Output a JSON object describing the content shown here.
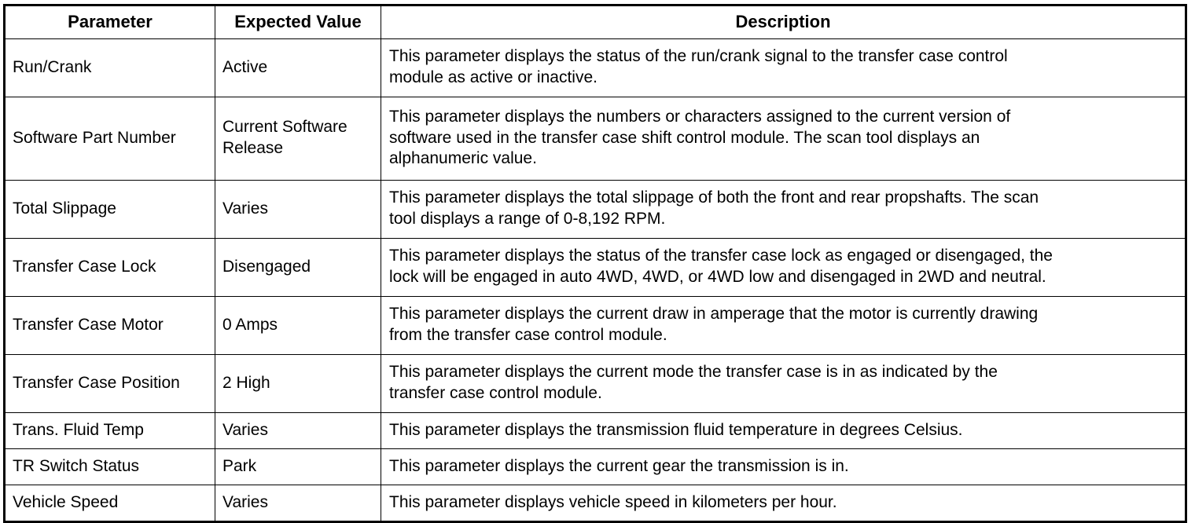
{
  "table": {
    "columns": [
      "Parameter",
      "Expected Value",
      "Description"
    ],
    "rows": [
      {
        "parameter": "Run/Crank",
        "value": "Active",
        "description": "This parameter displays the status of the run/crank signal to the transfer case control module as active or inactive.",
        "description_lines": [
          "This parameter displays the status of the run/crank signal to the transfer case control",
          "module as active or inactive."
        ],
        "value_lines": [
          "Active"
        ]
      },
      {
        "parameter": "Software Part Number",
        "value": "Current Software Release",
        "description": "This parameter displays the numbers or characters assigned to the current version of software used in the transfer case shift control module. The scan tool displays an alphanumeric value.",
        "description_lines": [
          "This parameter displays the numbers or characters assigned to the current version of",
          "software used in the transfer case shift control module. The scan tool displays an",
          "alphanumeric value."
        ],
        "value_lines": [
          "Current Software",
          "Release"
        ]
      },
      {
        "parameter": "Total Slippage",
        "value": "Varies",
        "description": "This parameter displays the total slippage of both the front and rear propshafts. The scan tool displays a range of 0-8,192 RPM.",
        "description_lines": [
          "This parameter displays the total slippage of both the front and rear propshafts. The scan",
          "tool displays a range of 0-8,192 RPM."
        ],
        "value_lines": [
          "Varies"
        ]
      },
      {
        "parameter": "Transfer Case Lock",
        "value": "Disengaged",
        "description": "This parameter displays the status of the transfer case lock as engaged or disengaged, the lock will be engaged in auto 4WD, 4WD, or 4WD low and disengaged in 2WD and neutral.",
        "description_lines": [
          "This parameter displays the status of the transfer case lock as engaged or disengaged, the",
          "lock will be engaged in auto 4WD, 4WD, or 4WD low and disengaged in 2WD and neutral."
        ],
        "value_lines": [
          "Disengaged"
        ]
      },
      {
        "parameter": "Transfer Case Motor",
        "value": "0 Amps",
        "description": "This parameter displays the current draw in amperage that the motor is currently drawing from the transfer case control module.",
        "description_lines": [
          "This parameter displays the current draw in amperage that the motor is currently drawing",
          "from the transfer case control module."
        ],
        "value_lines": [
          "0 Amps"
        ]
      },
      {
        "parameter": "Transfer Case Position",
        "value": "2 High",
        "description": "This parameter displays the current mode the transfer case is in as indicated by the transfer case control module.",
        "description_lines": [
          "This parameter displays the current mode the transfer case is in as indicated by the",
          "transfer case control module."
        ],
        "value_lines": [
          "2 High"
        ]
      },
      {
        "parameter": "Trans. Fluid Temp",
        "value": "Varies",
        "description": "This parameter displays the transmission fluid temperature in degrees Celsius.",
        "description_lines": [
          "This parameter displays the transmission fluid temperature in degrees Celsius."
        ],
        "value_lines": [
          "Varies"
        ]
      },
      {
        "parameter": "TR Switch Status",
        "value": "Park",
        "description": "This parameter displays the current gear the transmission is in.",
        "description_lines": [
          "This parameter displays the current gear the transmission is in."
        ],
        "value_lines": [
          "Park"
        ]
      },
      {
        "parameter": "Vehicle Speed",
        "value": "Varies",
        "description": "This parameter displays vehicle speed in kilometers per hour.",
        "description_lines": [
          "This parameter displays vehicle speed in kilometers per hour."
        ],
        "value_lines": [
          "Varies"
        ]
      }
    ]
  },
  "colors": {
    "border": "#000000",
    "text": "#000000",
    "background": "#ffffff"
  }
}
